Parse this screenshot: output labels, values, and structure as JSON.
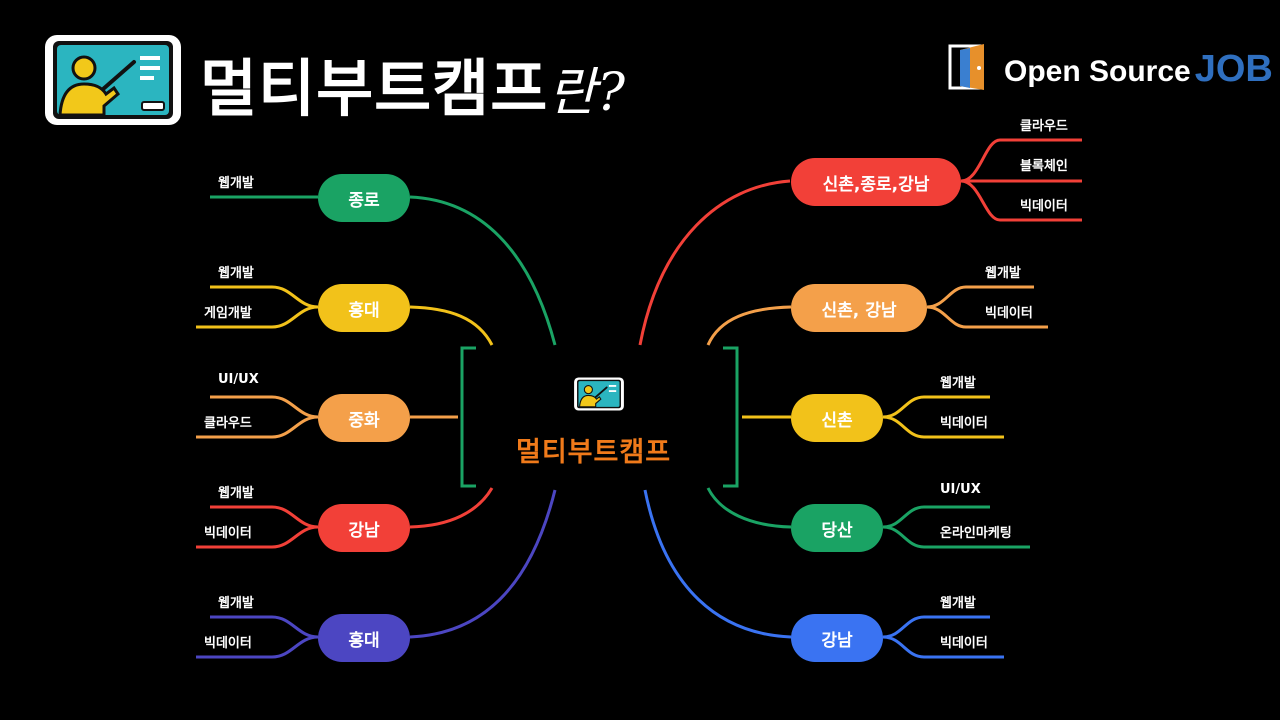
{
  "header": {
    "title_main": "멀티부트캠프",
    "title_suffix": "란?"
  },
  "brand": {
    "word": "Open Source",
    "accent": "JOB"
  },
  "center": {
    "label": "멀티부트캠프"
  },
  "colors": {
    "green": "#1aa364",
    "yellow": "#f2c21a",
    "orange": "#f4a04a",
    "red": "#f24038",
    "indigo": "#4c46c2",
    "blue": "#3a73f2",
    "center_text": "#f07a1a"
  },
  "left_branches": [
    {
      "label": "종로",
      "color": "#1aa364",
      "leaves": [
        "웹개발"
      ]
    },
    {
      "label": "홍대",
      "color": "#f2c21a",
      "leaves": [
        "웹개발",
        "게임개발"
      ]
    },
    {
      "label": "중화",
      "color": "#f4a04a",
      "leaves": [
        "UI/UX",
        "클라우드"
      ]
    },
    {
      "label": "강남",
      "color": "#f24038",
      "leaves": [
        "웹개발",
        "빅데이터"
      ]
    },
    {
      "label": "홍대",
      "color": "#4c46c2",
      "leaves": [
        "웹개발",
        "빅데이터"
      ]
    }
  ],
  "right_branches": [
    {
      "label": "신촌,종로,강남",
      "color": "#f24038",
      "leaves": [
        "클라우드",
        "블록체인",
        "빅데이터"
      ]
    },
    {
      "label": "신촌, 강남",
      "color": "#f4a04a",
      "leaves": [
        "웹개발",
        "빅데이터"
      ]
    },
    {
      "label": "신촌",
      "color": "#f2c21a",
      "leaves": [
        "웹개발",
        "빅데이터"
      ]
    },
    {
      "label": "당산",
      "color": "#1aa364",
      "leaves": [
        "UI/UX",
        "온라인마케팅"
      ]
    },
    {
      "label": "강남",
      "color": "#3a73f2",
      "leaves": [
        "웹개발",
        "빅데이터"
      ]
    }
  ]
}
